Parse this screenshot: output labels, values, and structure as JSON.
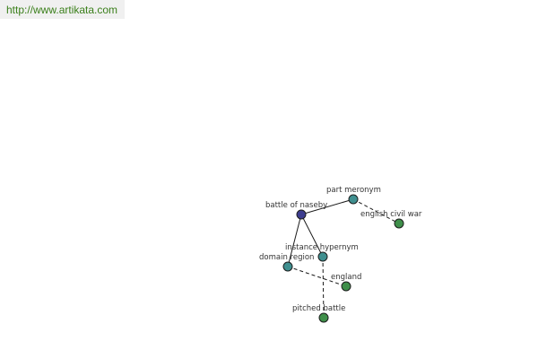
{
  "header": {
    "url": "http://www.artikata.com"
  },
  "graph": {
    "colors": {
      "center": "#3d3d8f",
      "relation": "#3f8f8f",
      "leaf": "#3f8f4a"
    },
    "nodes": [
      {
        "id": "battle-of-naseby",
        "label": "battle of naseby",
        "kind": "center"
      },
      {
        "id": "part-meronym",
        "label": "part meronym",
        "kind": "relation"
      },
      {
        "id": "english-civil-war",
        "label": "english civil war",
        "kind": "leaf"
      },
      {
        "id": "instance-hypernym",
        "label": "instance hypernym",
        "kind": "relation"
      },
      {
        "id": "domain-region",
        "label": "domain region",
        "kind": "relation"
      },
      {
        "id": "england",
        "label": "england",
        "kind": "leaf"
      },
      {
        "id": "pitched-battle",
        "label": "pitched battle",
        "kind": "leaf"
      }
    ],
    "edges": [
      {
        "from": "battle-of-naseby",
        "to": "part-meronym",
        "style": "solid"
      },
      {
        "from": "battle-of-naseby",
        "to": "instance-hypernym",
        "style": "solid"
      },
      {
        "from": "battle-of-naseby",
        "to": "domain-region",
        "style": "solid"
      },
      {
        "from": "part-meronym",
        "to": "english-civil-war",
        "style": "dashed"
      },
      {
        "from": "instance-hypernym",
        "to": "pitched-battle",
        "style": "dashed"
      },
      {
        "from": "domain-region",
        "to": "england",
        "style": "dashed"
      }
    ]
  }
}
